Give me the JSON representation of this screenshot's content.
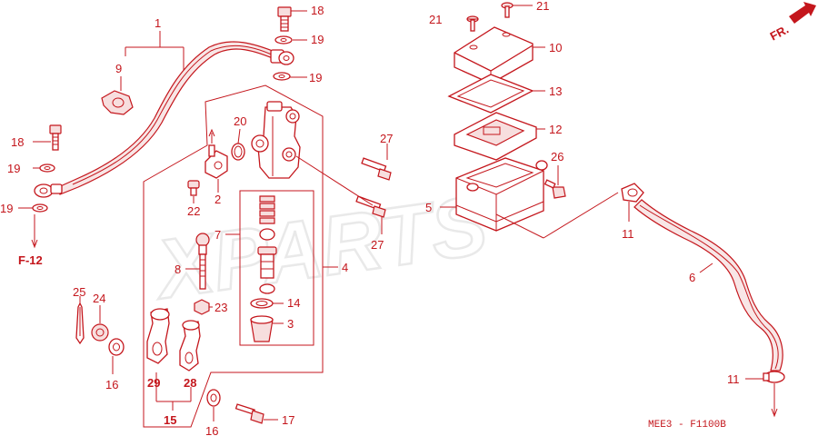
{
  "watermark": "XPARTS",
  "diagram_code": "MEE3 - F1100B",
  "direction_label": "FR.",
  "ref_label": "F-12",
  "callouts": {
    "c1": "1",
    "c2": "2",
    "c3": "3",
    "c4": "4",
    "c5": "5",
    "c6": "6",
    "c7": "7",
    "c8": "8",
    "c9": "9",
    "c10": "10",
    "c11a": "11",
    "c11b": "11",
    "c12": "12",
    "c13": "13",
    "c14": "14",
    "c15": "15",
    "c16a": "16",
    "c16b": "16",
    "c17": "17",
    "c18a": "18",
    "c18b": "18",
    "c19a": "19",
    "c19b": "19",
    "c19c": "19",
    "c19d": "19",
    "c20": "20",
    "c21a": "21",
    "c21b": "21",
    "c22": "22",
    "c23": "23",
    "c24": "24",
    "c25": "25",
    "c26": "26",
    "c27a": "27",
    "c27b": "27",
    "c28": "28",
    "c29": "29"
  },
  "colors": {
    "line": "#c4161c",
    "background": "#ffffff",
    "watermark": "#e9e9e9"
  }
}
